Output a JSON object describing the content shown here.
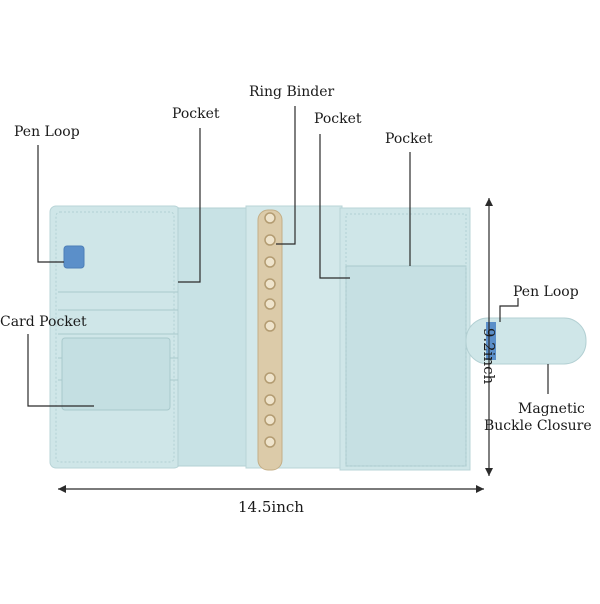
{
  "labels": {
    "pen_loop_left": "Pen Loop",
    "pocket_left": "Pocket",
    "ring_binder": "Ring Binder",
    "pocket_middle": "Pocket",
    "pocket_right": "Pocket",
    "pen_loop_right": "Pen Loop",
    "card_pocket": "Card Pocket",
    "magnetic_line1": "Magnetic",
    "magnetic_line2": "Buckle Closure"
  },
  "dimensions": {
    "width": "14.5inch",
    "height": "9.2inch"
  },
  "colors": {
    "cover": "#cfe6e8",
    "cover_shade": "#bcd9dc",
    "stitch": "#a9c9cc",
    "pen_loop": "#5b8fc9",
    "rings": "#d9c9a8",
    "line": "#2b2b2b"
  }
}
